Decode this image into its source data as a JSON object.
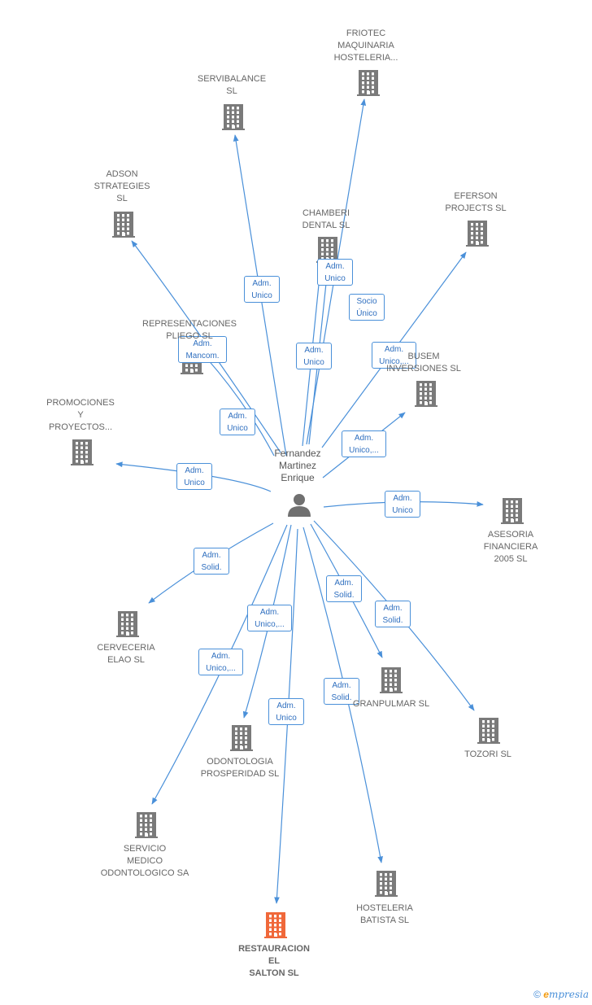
{
  "person": {
    "label": "Fernandez\nMartinez\nEnrique"
  },
  "companies": [
    {
      "id": "friotec",
      "label": "FRIOTEC\nMAQUINARIA\nHOSTELERIA..."
    },
    {
      "id": "servibalance",
      "label": "SERVIBALANCE\nSL"
    },
    {
      "id": "adson",
      "label": "ADSON\nSTRATEGIES\nSL"
    },
    {
      "id": "chamberi",
      "label": "CHAMBERI\nDENTAL SL"
    },
    {
      "id": "eferson",
      "label": "EFERSON\nPROJECTS  SL"
    },
    {
      "id": "representaciones",
      "label": "REPRESENTACIONES\nPLIEGO SL"
    },
    {
      "id": "busem",
      "label": "BUSEM\nINVERSIONES SL"
    },
    {
      "id": "promociones",
      "label": "PROMOCIONES\nY\nPROYECTOS..."
    },
    {
      "id": "asesoria",
      "label": "ASESORIA\nFINANCIERA\n2005  SL"
    },
    {
      "id": "cerveceria",
      "label": "CERVECERIA\nELAO SL"
    },
    {
      "id": "granpulmar",
      "label": "GRANPULMAR SL"
    },
    {
      "id": "tozori",
      "label": "TOZORI  SL"
    },
    {
      "id": "odontologia",
      "label": "ODONTOLOGIA\nPROSPERIDAD SL"
    },
    {
      "id": "servicio",
      "label": "SERVICIO\nMEDICO\nODONTOLOGICO SA"
    },
    {
      "id": "hosteleria",
      "label": "HOSTELERIA\nBATISTA  SL"
    },
    {
      "id": "restauracion",
      "label": "RESTAURACION\nEL\nSALTON  SL",
      "highlight": true
    }
  ],
  "edges": [
    {
      "target": "servibalance",
      "label": "Adm.\nUnico"
    },
    {
      "target": "chamberi",
      "label": "Adm.\nUnico"
    },
    {
      "target": "chamberi",
      "label": "Adm.\nUnico"
    },
    {
      "target": "friotec",
      "label": "Socio\nÚnico"
    },
    {
      "target": "eferson",
      "label": "Adm.\nUnico,..."
    },
    {
      "target": "representaciones",
      "label": "Adm.\nMancom."
    },
    {
      "target": "adson",
      "label": "Adm.\nUnico"
    },
    {
      "target": "busem",
      "label": "Adm.\nUnico,..."
    },
    {
      "target": "promociones",
      "label": "Adm.\nUnico"
    },
    {
      "target": "asesoria",
      "label": "Adm.\nUnico"
    },
    {
      "target": "cerveceria",
      "label": "Adm.\nSolid."
    },
    {
      "target": "granpulmar",
      "label": "Adm.\nSolid."
    },
    {
      "target": "tozori",
      "label": "Adm.\nSolid."
    },
    {
      "target": "odontologia",
      "label": "Adm.\nUnico,..."
    },
    {
      "target": "servicio",
      "label": "Adm.\nUnico,..."
    },
    {
      "target": "restauracion",
      "label": "Adm.\nUnico"
    },
    {
      "target": "hosteleria",
      "label": "Adm.\nSolid."
    }
  ],
  "colors": {
    "edge": "#4a90d9",
    "building": "#7a7a7a",
    "building_highlight": "#f0683a",
    "person": "#707070"
  },
  "icons": {
    "company": "building-icon",
    "person": "person-icon"
  },
  "watermark": {
    "symbol": "©",
    "initial": "e",
    "rest": "mpresia"
  }
}
